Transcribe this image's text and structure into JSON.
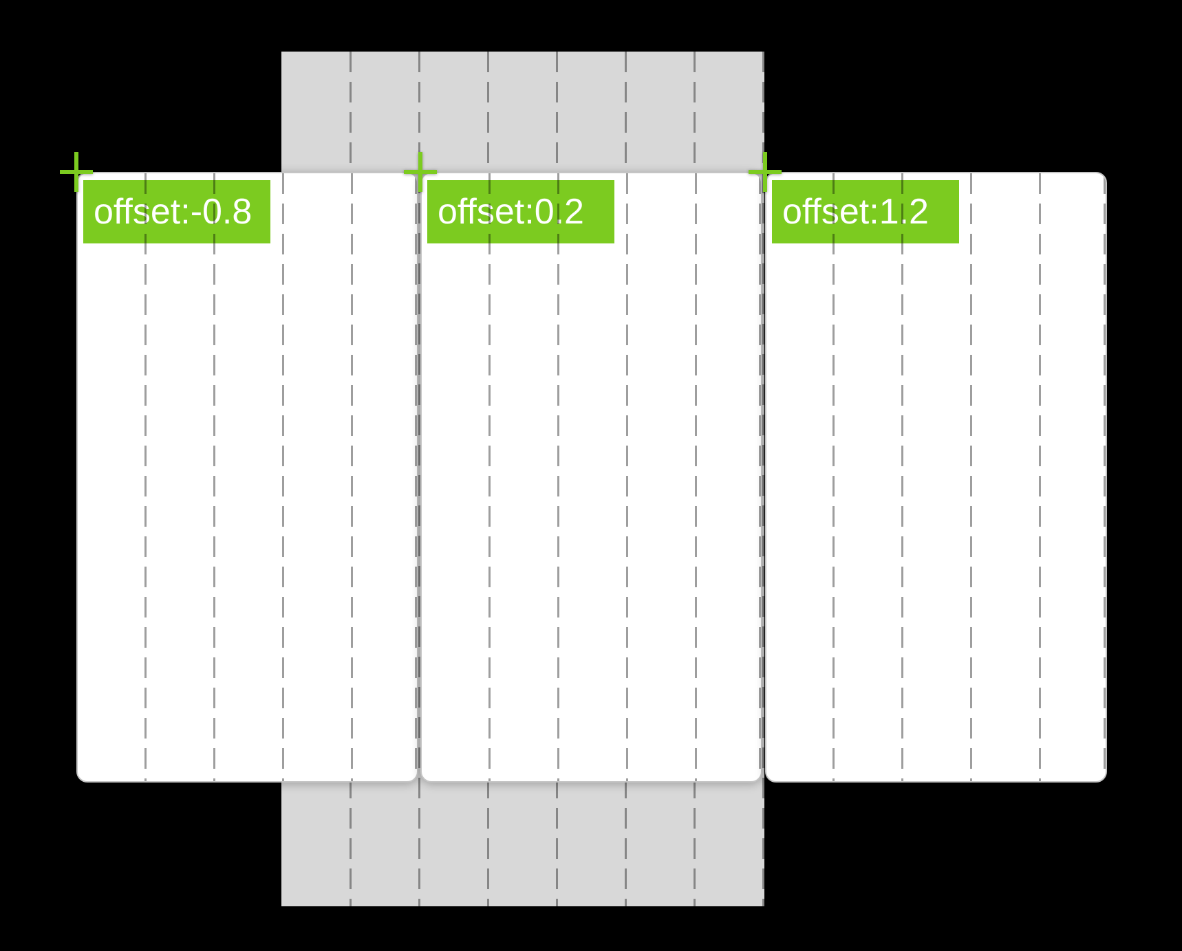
{
  "canvas": {
    "kind": "pager-offset-debug-view"
  },
  "cards": [
    {
      "label": "offset:-0.8"
    },
    {
      "label": "offset:0.2"
    },
    {
      "label": "offset:1.2"
    }
  ],
  "icons": {
    "corner_marker": "plus-cross"
  },
  "colors": {
    "bg": "#000000",
    "strip": "#d8d8d8",
    "card": "#ffffff",
    "card-border": "#c5c5c5",
    "accent": "#7ccb20",
    "label-text": "#ffffff",
    "dash": "rgba(0,0,0,0.38)"
  }
}
